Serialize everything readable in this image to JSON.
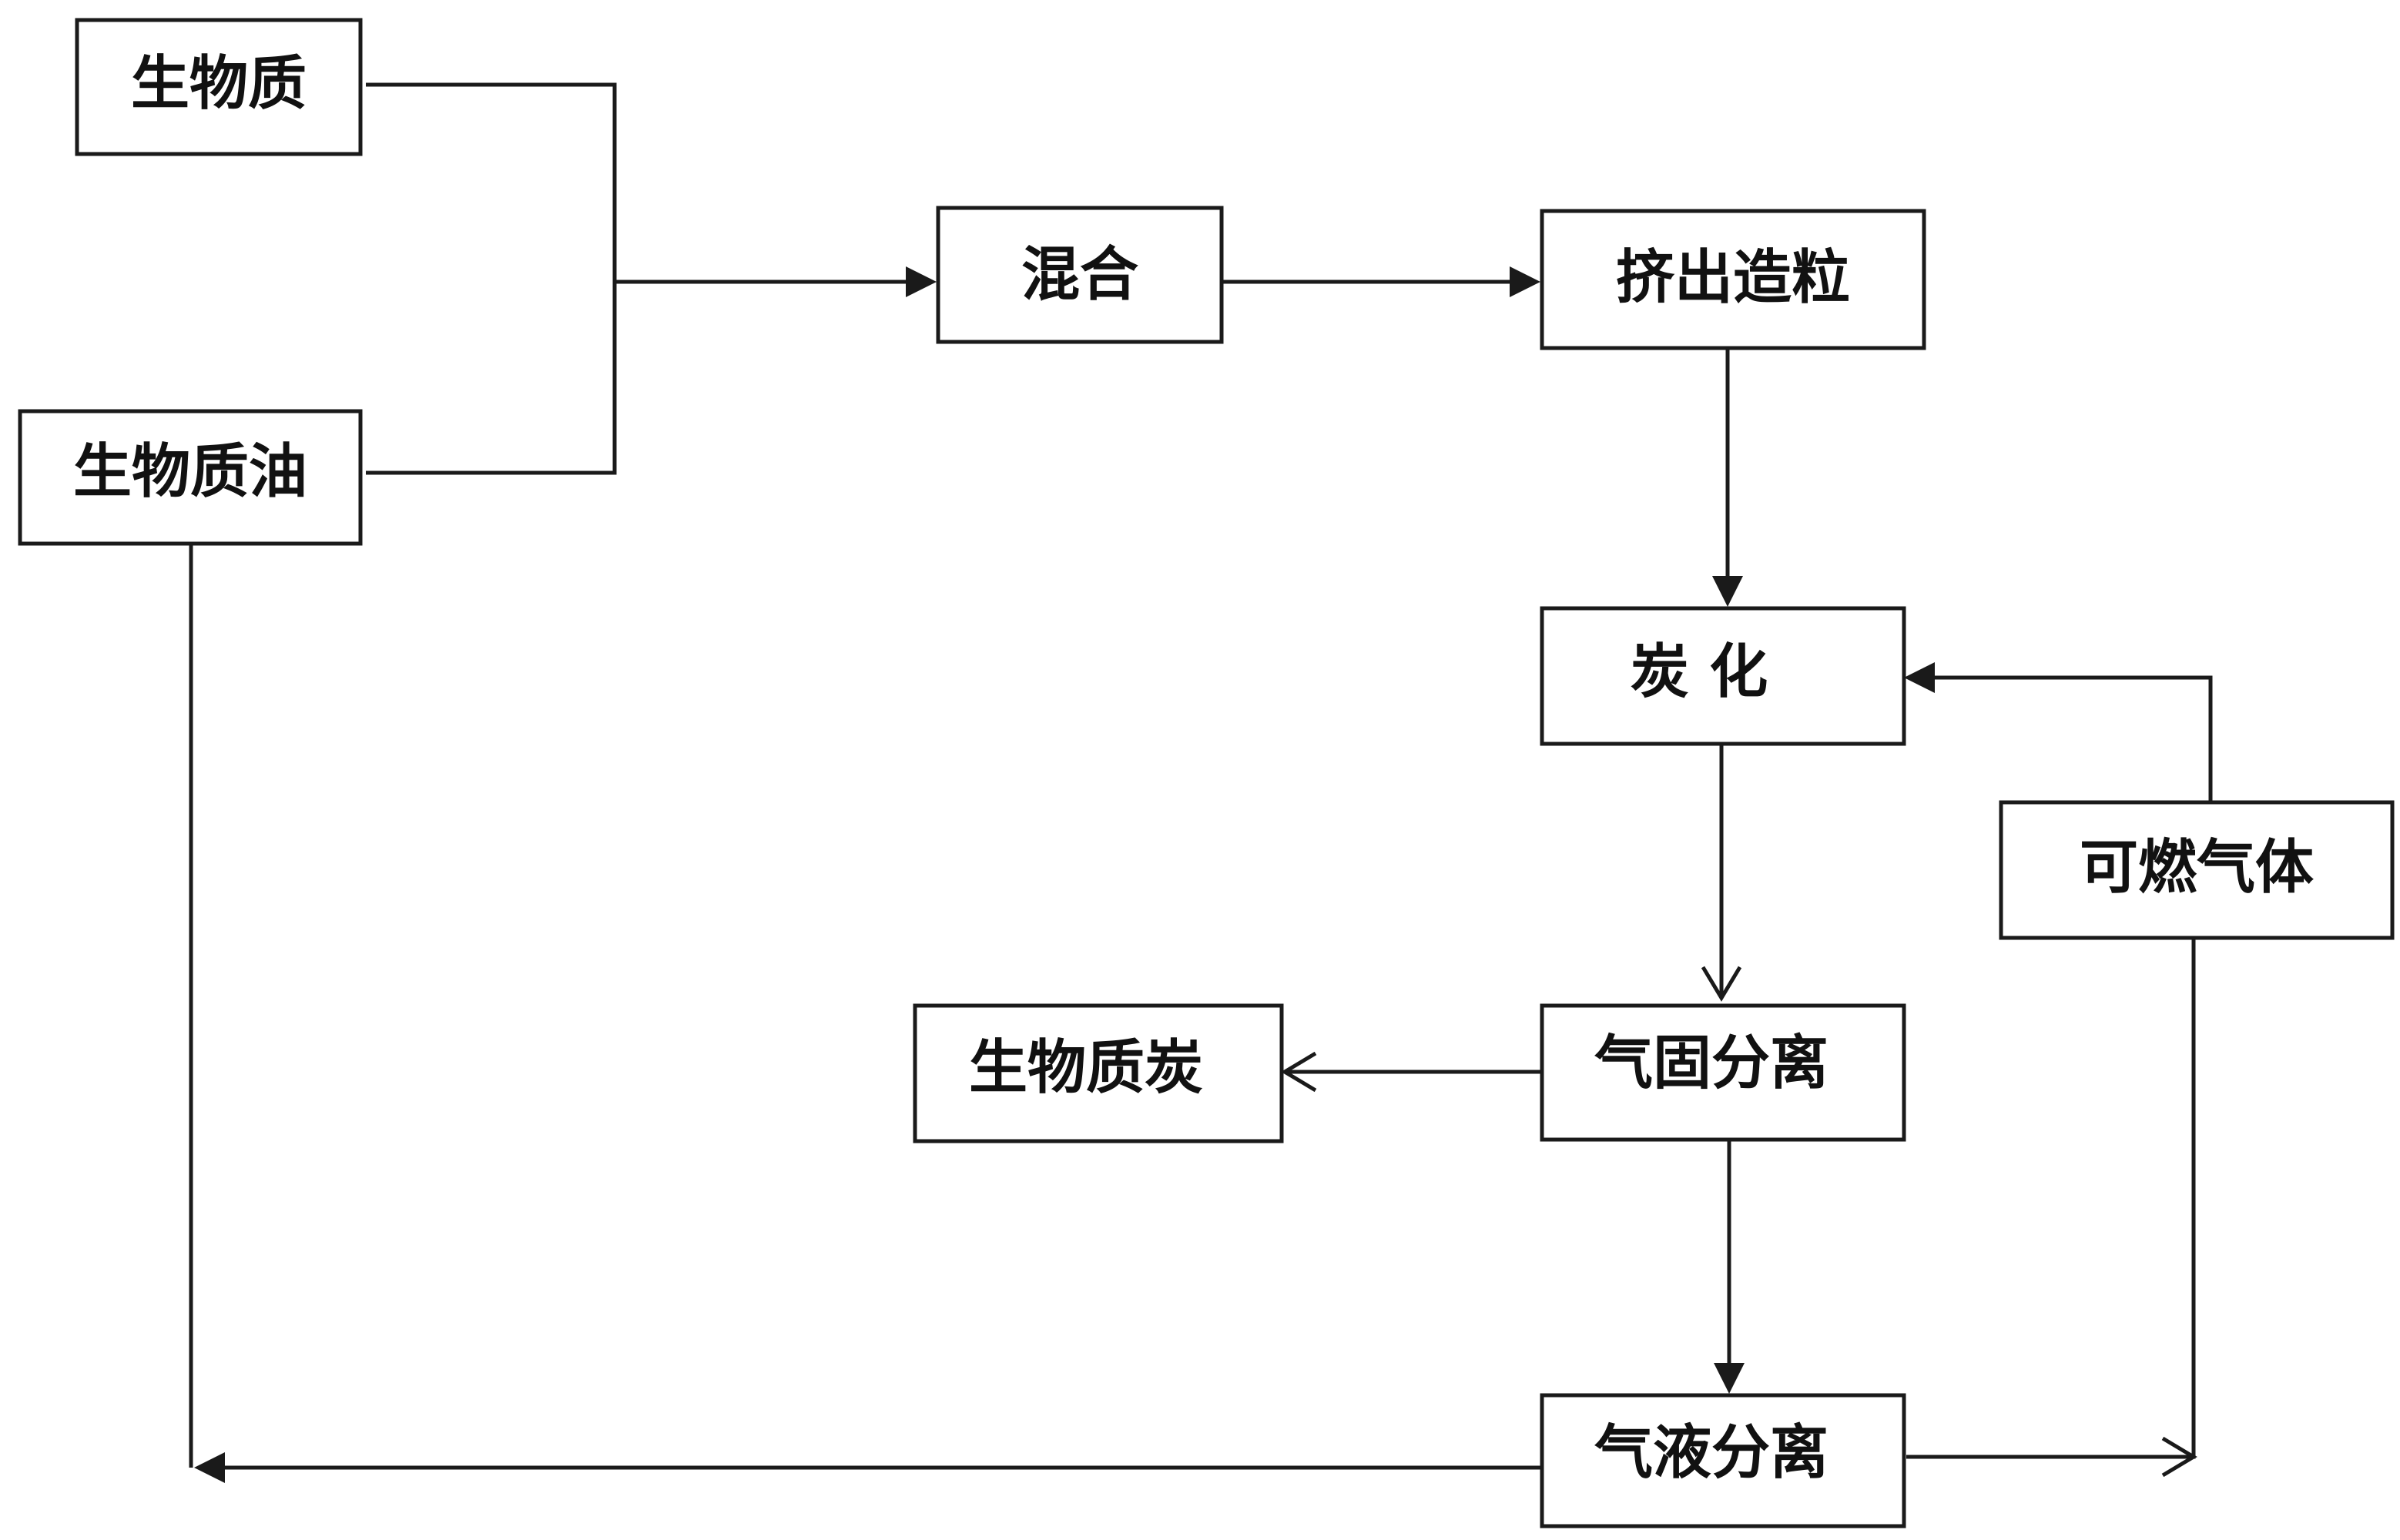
{
  "nodes": {
    "biomass": "生物质",
    "biomass_oil": "生物质油",
    "mixing": "混合",
    "extrusion_granulation": "挤出造粒",
    "carbonization": "炭 化",
    "combustible_gas": "可燃气体",
    "biochar": "生物质炭",
    "gas_solid_separation": "气固分离",
    "gas_liquid_separation": "气液分离"
  },
  "colors": {
    "line": "#1a1a1a",
    "text": "#111111",
    "background": "#ffffff"
  }
}
